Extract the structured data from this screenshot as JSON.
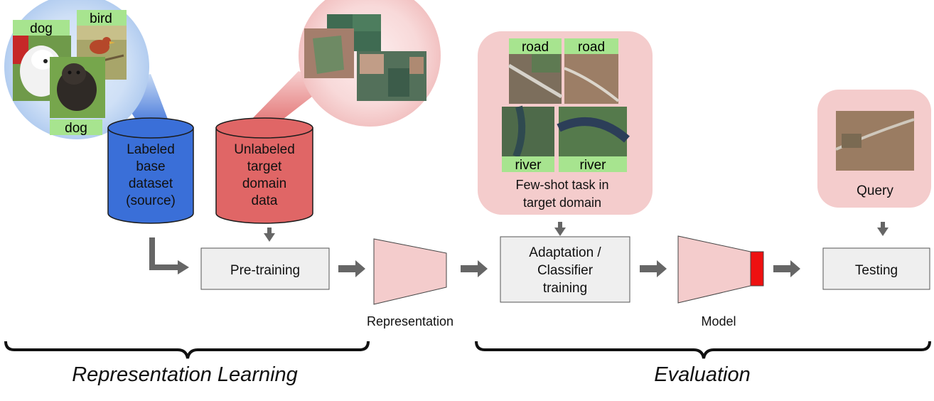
{
  "source_dataset": {
    "label_lines": [
      "Labeled",
      "base",
      "dataset",
      "(source)"
    ],
    "image_tags": [
      "dog",
      "bird",
      "dog"
    ]
  },
  "target_dataset": {
    "label_lines": [
      "Unlabeled",
      "target",
      "domain",
      "data"
    ]
  },
  "few_shot_task": {
    "tags": [
      "road",
      "road",
      "river",
      "river"
    ],
    "caption_lines": [
      "Few-shot task in",
      "target domain"
    ]
  },
  "query": {
    "label": "Query"
  },
  "pretraining_box": {
    "label": "Pre-training"
  },
  "adaptation_box": {
    "label_lines": [
      "Adaptation /",
      "Classifier",
      "training"
    ]
  },
  "testing_box": {
    "label": "Testing"
  },
  "representation_label": "Representation",
  "model_label": "Model",
  "section_labels": {
    "representation_learning": "Representation Learning",
    "evaluation": "Evaluation"
  },
  "colors": {
    "source_db": "#3a6fd8",
    "target_db": "#e06666",
    "pink_panel": "#f4cccc",
    "tag_green": "#a7e48f",
    "box_fill": "#efefef",
    "arrow": "#666666",
    "model_head": "#ee1111"
  }
}
